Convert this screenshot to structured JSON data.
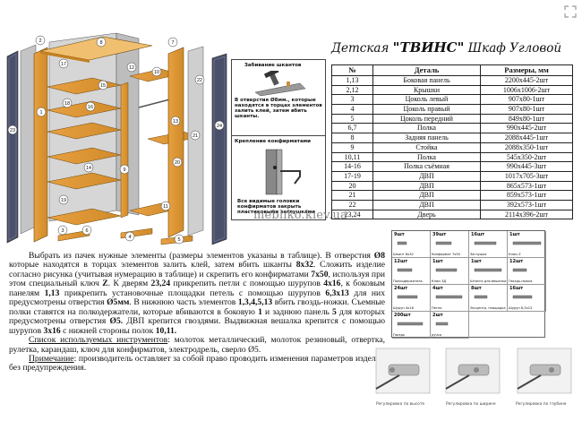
{
  "header": {
    "expand_icon": "expand-icon"
  },
  "diagram": {
    "callouts": [
      "1",
      "2",
      "3",
      "4",
      "5",
      "6",
      "7",
      "8",
      "9",
      "10",
      "11",
      "12",
      "13",
      "14",
      "15",
      "16",
      "17",
      "18",
      "19",
      "20",
      "21",
      "22",
      "23",
      "24"
    ]
  },
  "callout_box": {
    "dowel_caption": "Забивание шкантов",
    "dowel_text": "В отверстия Ø8мм., которые находятся в торцах элементов залить клей, затем вбить шканты.",
    "confirmat_caption": "Крепление конфирматами",
    "confirmat_text": "Все видимые головки конфирматов закрыть пластиковыми заглушками"
  },
  "title": {
    "prefix": "Детская ",
    "name": "\"ТВИНС\"",
    "suffix": " Шкаф Угловой"
  },
  "parts_table": {
    "headers": [
      "№",
      "Деталь",
      "Размеры, мм"
    ],
    "rows": [
      [
        "1,13",
        "Боковая панель",
        "2200х445-2шт"
      ],
      [
        "2,12",
        "Крышки",
        "1006х1006-2шт"
      ],
      [
        "3",
        "Цоколь левый",
        "907х80-1шт"
      ],
      [
        "4",
        "Цоколь правый",
        "907х80-1шт"
      ],
      [
        "5",
        "Цоколь передний",
        "849х80-1шт"
      ],
      [
        "6,7",
        "Полка",
        "990х445-2шт"
      ],
      [
        "8",
        "Задняя панель",
        "2088х445-1шт"
      ],
      [
        "9",
        "Стойка",
        "2088х350-1шт"
      ],
      [
        "10,11",
        "Полка",
        "545х350-2шт"
      ],
      [
        "14-16",
        "Полка съёмная",
        "990х445-3шт"
      ],
      [
        "17-19",
        "ДВП",
        "1017х705-3шт"
      ],
      [
        "20",
        "ДВП",
        "865х573-1шт"
      ],
      [
        "21",
        "ДВП",
        "859х573-1шт"
      ],
      [
        "22",
        "ДВП",
        "392х573-1шт"
      ],
      [
        "23,24",
        "Дверь",
        "2114х396-2шт"
      ]
    ]
  },
  "watermark": "mebliko.kiev.ua",
  "hardware": {
    "items": [
      {
        "qty": "9шт",
        "name": "Шкант 8х32"
      },
      {
        "qty": "39шт",
        "name": "Конфирмат 7х50"
      },
      {
        "qty": "16шт",
        "name": "Заглушка"
      },
      {
        "qty": "1шт",
        "name": "Ключ Z"
      },
      {
        "qty": "12шт",
        "name": "Полкодержатель"
      },
      {
        "qty": "1шт",
        "name": "Ключ 3Д"
      },
      {
        "qty": "1шт",
        "name": "Штанга для вешалки"
      },
      {
        "qty": "12шт",
        "name": "Гвоздь-ножка"
      },
      {
        "qty": "24шт",
        "name": "Шуруп 4х16"
      },
      {
        "qty": "4шт",
        "name": "Петля"
      },
      {
        "qty": "8шт",
        "name": "Эксцентр. площадка"
      },
      {
        "qty": "16шт",
        "name": "Шуруп 6,3х13"
      },
      {
        "qty": "200шт",
        "name": "Гвоздь"
      },
      {
        "qty": "2шт",
        "name": "ручка"
      }
    ]
  },
  "instructions": {
    "p1_a": "Выбрать из пачек нужные элементы (размеры элементов указаны в таблице). В отверстия ",
    "p1_b": "Ø8",
    "p1_c": " которые находятся в торцах элементов залить клей, затем вбить шканты ",
    "p1_d": "8x32",
    "p1_e": ". Сложить изделие согласно рисунка (учитывая нумерацию в таблице) и скрепить его конфирматами ",
    "p1_f": "7x50",
    "p1_g": ", используя при этом специальный ключ ",
    "p1_h": "Z",
    "p1_i": ". К дверям ",
    "p1_j": "23,24",
    "p1_k": " прикрепить петли с помощью шурупов ",
    "p1_l": "4x16",
    "p1_m": ", к боковым панелям ",
    "p1_n": "1,13",
    "p1_o": " прикрепить установочные площадки петель с помощью шурупов ",
    "p1_p": "6,3x13",
    "p1_q": " для них предусмотрены отверстия ",
    "p1_r": "Ø5мм",
    "p1_s": ". В нижнюю часть элементов ",
    "p1_t": "1,3,4,5,13",
    "p1_u": " вбить гвоздь-ножки. Съемные полки ставятся на полкодержатели, которые вбиваются в боковую ",
    "p1_v": "1",
    "p1_w": " и заднюю панель ",
    "p1_x": "5",
    "p1_y": " для которых предусмотрены отверстия ",
    "p1_z": "Ø5.",
    "p1_aa": " ДВП крепится гвоздями. Выдвижная вешалка крепится с помощью шурупов ",
    "p1_bb": "3x16",
    "p1_cc": " с нижней стороны полок ",
    "p1_dd": "10,11.",
    "p2_label": "Список используемых инструментов",
    "p2_text": ": молоток металлический, молоток резиновый, отвертка, рулетка, карандаш, ключ для конфирматов, электродрель, сверло Ø5.",
    "p3_label": "Примечание",
    "p3_text": ": производитель оставляет за собой право проводить изменения параметров изделий без предупреждения."
  },
  "hinges": {
    "captions": [
      "Регулировка по высоте",
      "Регулировка по ширине",
      "Регулировка по глубине"
    ]
  }
}
